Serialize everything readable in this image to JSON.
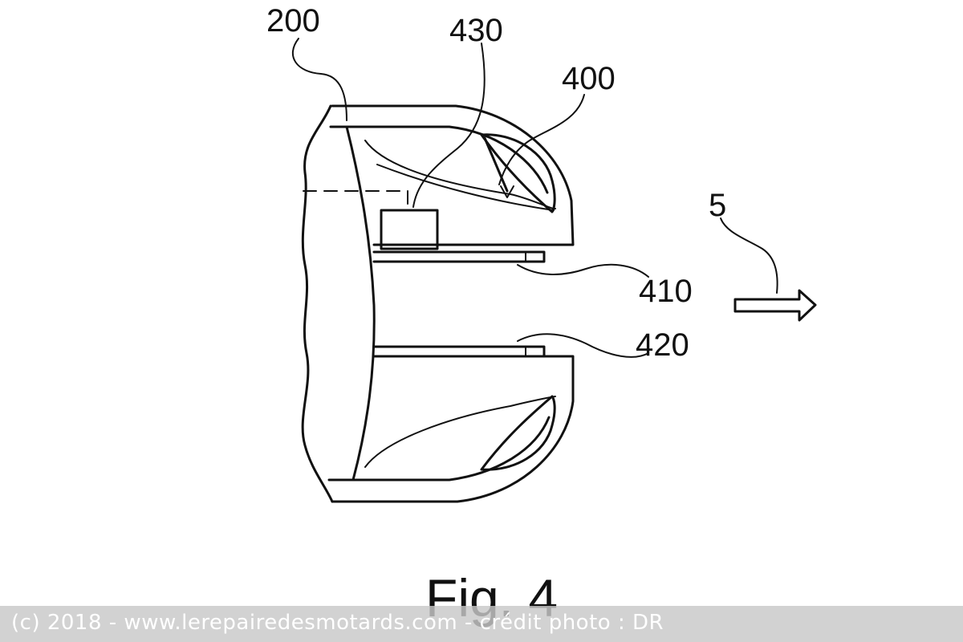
{
  "figure": {
    "caption": "Fig. 4",
    "reference_labels": {
      "ref_200": "200",
      "ref_430": "430",
      "ref_400": "400",
      "ref_5": "5",
      "ref_410": "410",
      "ref_420": "420"
    }
  },
  "watermark": {
    "text": "(c) 2018 - www.lerepairedesmotards.com - crédit photo : DR"
  },
  "colors": {
    "ink": "#111111",
    "background": "#ffffff",
    "watermark_bar": "#c8c8c8",
    "watermark_text": "#ffffff"
  }
}
